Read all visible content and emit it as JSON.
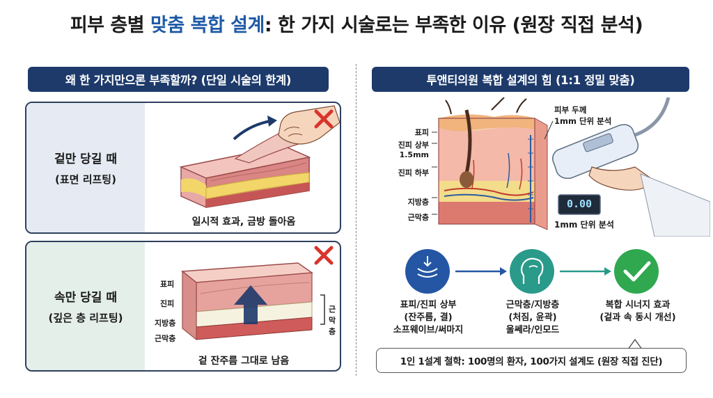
{
  "title": {
    "part1": "피부 층별 ",
    "highlight": "맞춤 복합 설계",
    "part2": ": 한 가지 시술로는 부족한 이유 (원장 직접 분석)"
  },
  "left": {
    "header": "왜 한 가지만으론 부족할까? (단일 시술의 한계)",
    "top_panel": {
      "title": "겉만 당길 때",
      "subtitle": "(표면 리프팅)",
      "caption": "일시적 효과, 금방 돌아옴"
    },
    "bottom_panel": {
      "title": "속만 당길 때",
      "subtitle": "(깊은 층 리프팅)",
      "caption": "겉 잔주름 그대로 남음",
      "layers": [
        "표피",
        "진피",
        "지방층",
        "근막층"
      ],
      "bracket_label": "근막층"
    }
  },
  "right": {
    "header": "투앤티의원 복합 설계의 힘 (1:1 정밀 맞춤)",
    "layer_labels": [
      "표피",
      "진피 상부",
      "1.5mm",
      "진피 하부",
      "지방층",
      "근막층"
    ],
    "probe_label_line1": "피부 두께",
    "probe_label_line2": "1mm 단위 분석",
    "display_value": "0.00",
    "display_caption": "1mm 단위 분석",
    "flow": [
      {
        "line1": "표피/진피 상부",
        "line2": "(잔주름, 결)",
        "line3": "소프웨이브/써마지"
      },
      {
        "line1": "근막층/지방층",
        "line2": "(처짐, 윤곽)",
        "line3": "울쎄라/인모드"
      },
      {
        "line1": "복합 시너지 효과",
        "line2": "(겉과 속 동시 개선)"
      }
    ],
    "philosophy": "1인 1설계 철학: 100명의 환자, 100가지 설계도 (원장 직접 진단)"
  },
  "colors": {
    "navy": "#1d3a6b",
    "accent_blue": "#1f5aa6",
    "red_x": "#d9342b",
    "teal": "#2a9a8a",
    "green_check": "#2fa84f"
  }
}
